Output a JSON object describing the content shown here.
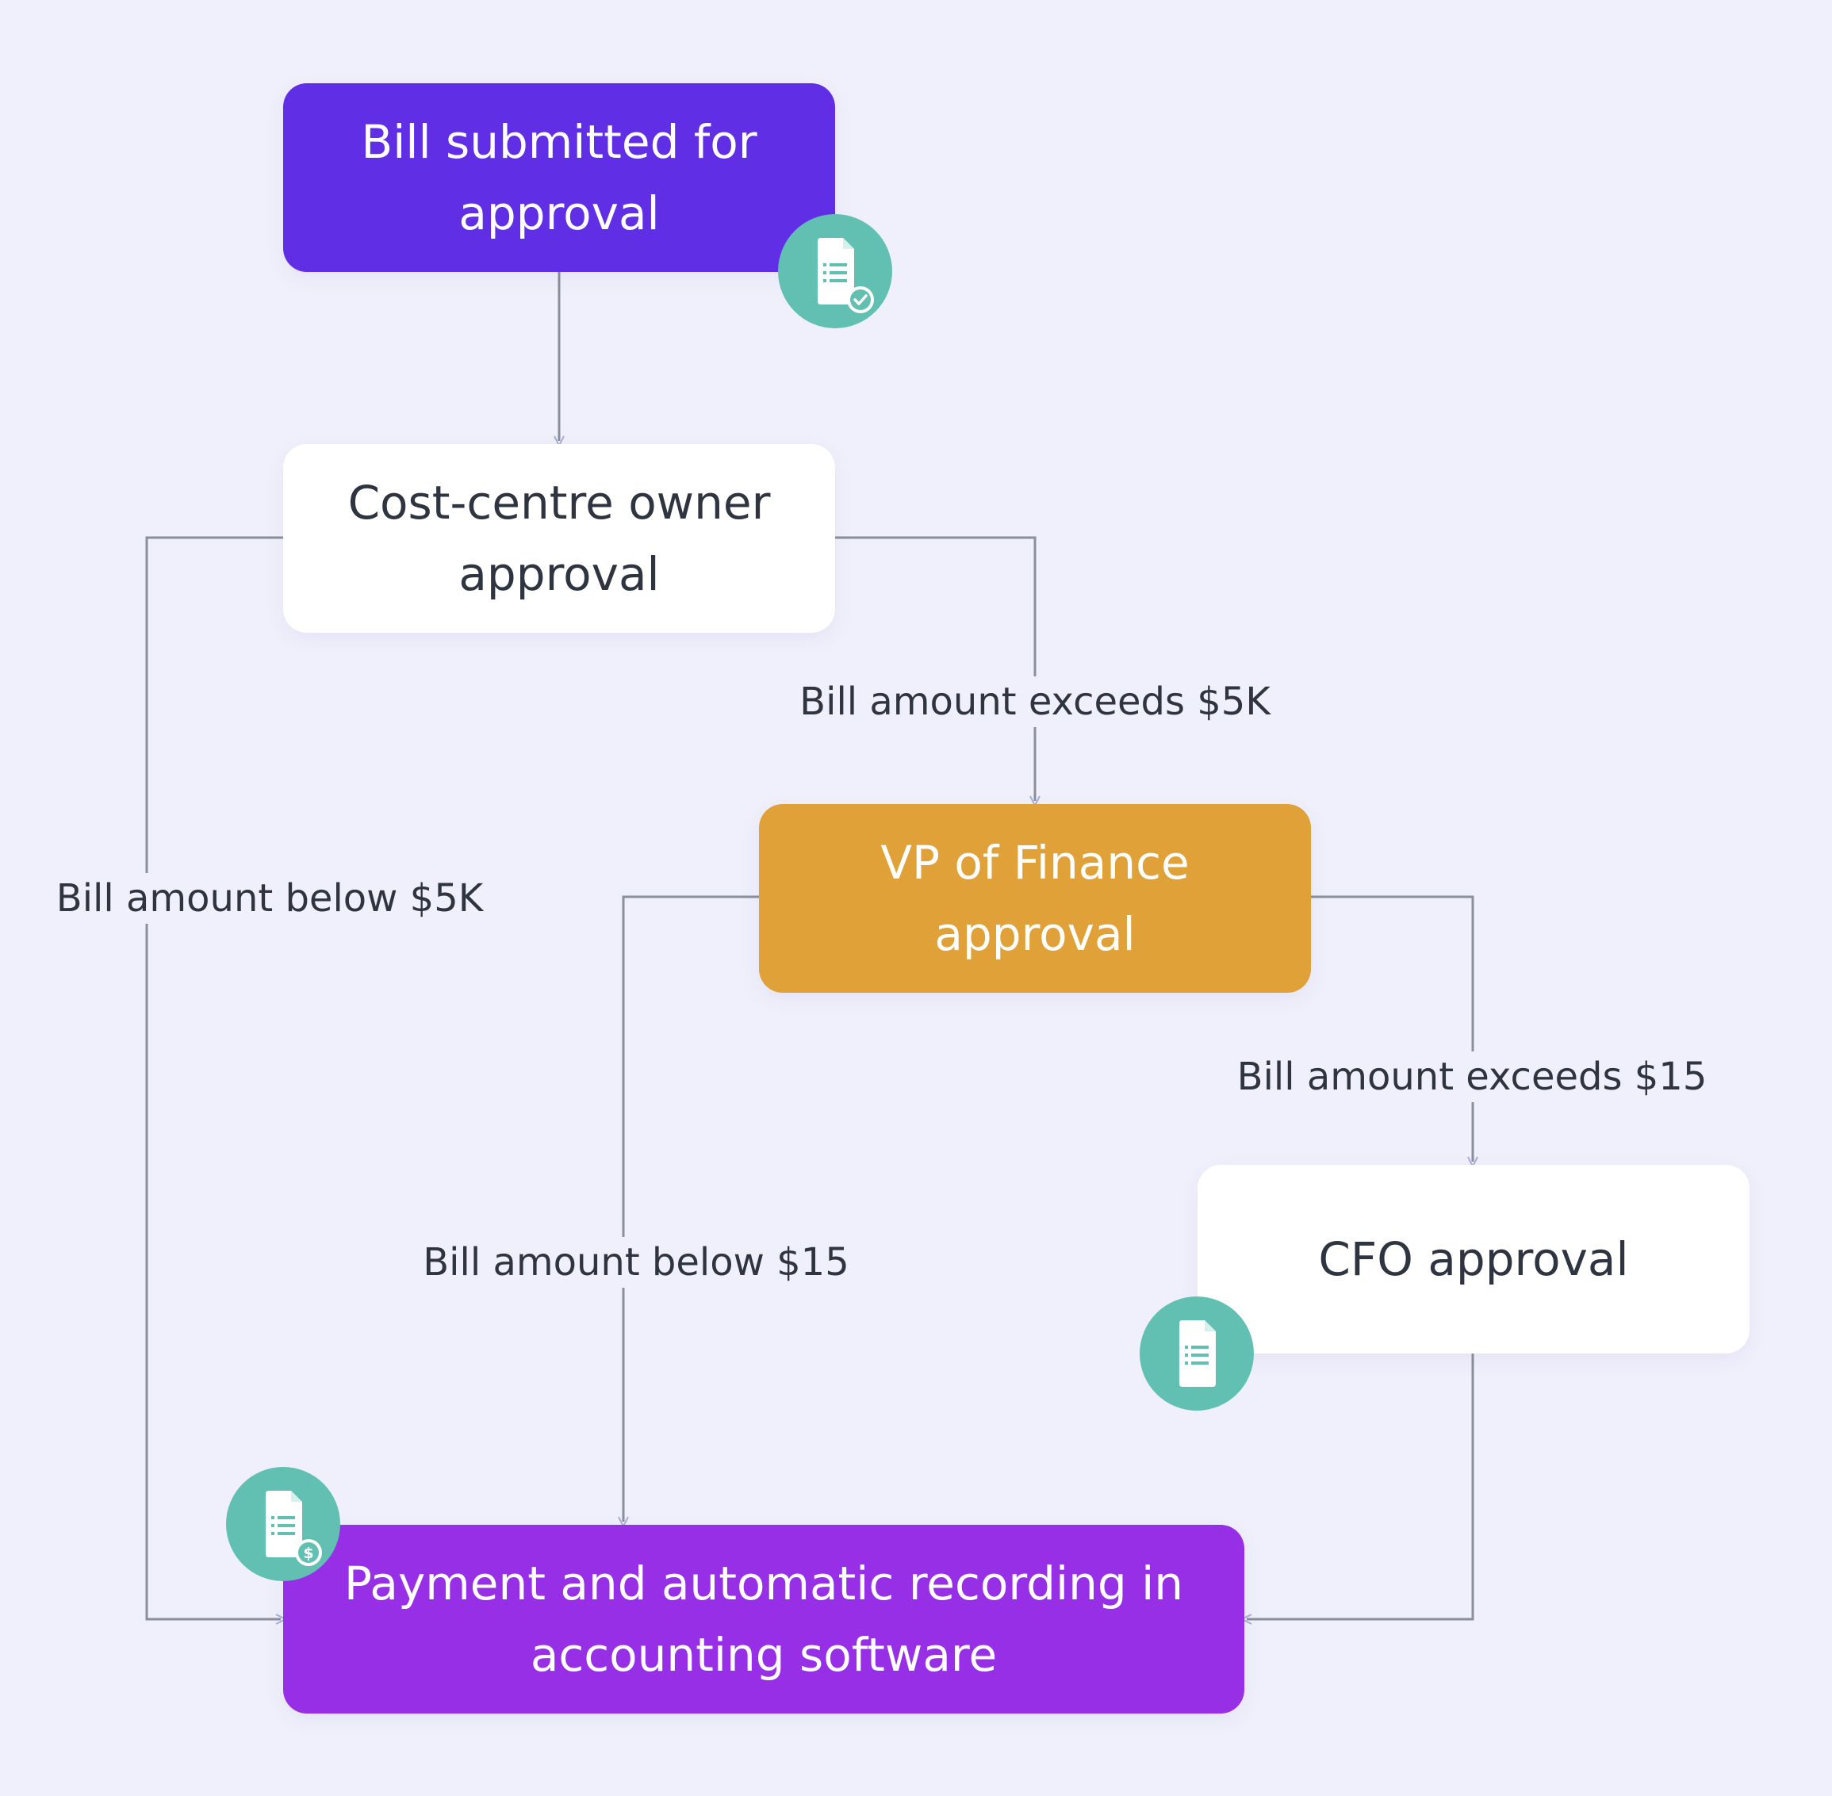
{
  "nodes": {
    "submitted": {
      "label": "Bill submitted for approval"
    },
    "cost_centre": {
      "label": "Cost-centre owner approval"
    },
    "vp_finance": {
      "label": "VP of Finance approval"
    },
    "cfo": {
      "label": "CFO approval"
    },
    "payment": {
      "label": "Payment and automatic recording in accounting software"
    }
  },
  "edge_labels": {
    "exceeds_5k": "Bill amount exceeds $5K",
    "below_5k": "Bill amount below $5K",
    "exceeds_15": "Bill amount exceeds $15",
    "below_15": "Bill amount below $15"
  },
  "badges": {
    "submitted": "document-check-icon",
    "cfo": "document-list-icon",
    "payment": "document-dollar-icon"
  },
  "colors": {
    "background": "#f0f0fc",
    "submitted": "#5f2ee5",
    "vp_finance": "#e0a138",
    "payment": "#962fe5",
    "badge": "#62c0b3",
    "connector": "#8a8f98"
  }
}
